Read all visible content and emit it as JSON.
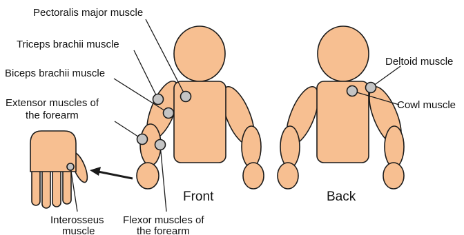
{
  "labels": {
    "pectoralis": "Pectoralis major muscle",
    "triceps": "Triceps brachii muscle",
    "biceps": "Biceps brachii muscle",
    "extensor_l1": "Extensor muscles of",
    "extensor_l2": "the forearm",
    "deltoid": "Deltoid muscle",
    "cowl": "Cowl muscle",
    "front": "Front",
    "back": "Back",
    "interosseus_l1": "Interosseus",
    "interosseus_l2": "muscle",
    "flexor_l1": "Flexor muscles of",
    "flexor_l2": "the forearm"
  },
  "colors": {
    "skin": "#f7bf91",
    "marker": "#c4c4c4",
    "outline": "#1a1a1a"
  }
}
